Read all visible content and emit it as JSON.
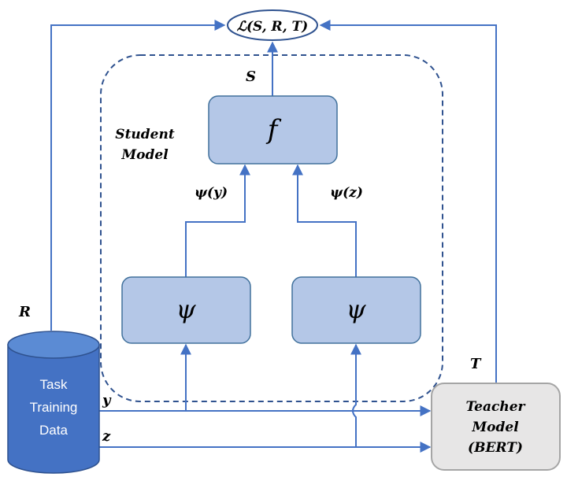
{
  "diagram": {
    "loss_label": "ℒ(S, R, T)",
    "student_output_label": "S",
    "student_model_label_line1": "Student",
    "student_model_label_line2": "Model",
    "f_node_label": "f",
    "psi_y_label": "ψ(y)",
    "psi_z_label": "ψ(z)",
    "psi_left_label": "ψ",
    "psi_right_label": "ψ",
    "r_label": "R",
    "t_label": "T",
    "data_label_line1": "Task",
    "data_label_line2": "Training",
    "data_label_line3": "Data",
    "y_label": "y",
    "z_label": "z",
    "teacher_line1": "Teacher",
    "teacher_line2": "Model",
    "teacher_line3": "(BERT)"
  },
  "colors": {
    "edge": "#4472c4",
    "node_fill": "#b4c7e7",
    "node_stroke": "#41719c",
    "dashed_border": "#2f528f",
    "cylinder_fill": "#4472c4",
    "cylinder_top": "#5b8bd4",
    "teacher_fill": "#e7e6e6",
    "teacher_stroke": "#a5a5a5"
  }
}
